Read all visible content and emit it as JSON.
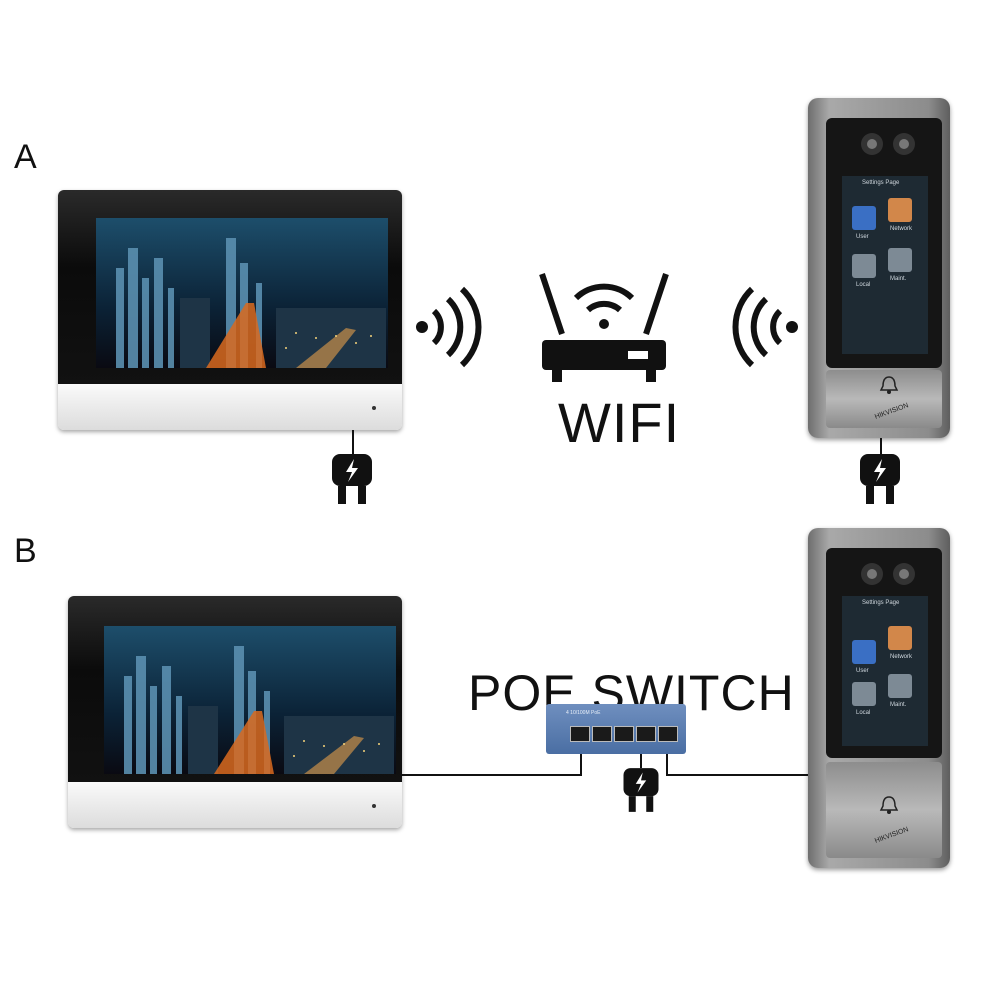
{
  "labels": {
    "section_a": "A",
    "section_b": "B",
    "wifi": "WIFI",
    "poe_switch": "POE SWITCH"
  },
  "door_station": {
    "screen_title": "Settings Page",
    "tiles": [
      "User",
      "Network",
      "Local",
      "Maint."
    ],
    "brand": "HIKVISION"
  },
  "switch": {
    "model_text": "4 10/100M  PoE"
  },
  "icons": {
    "power_plug": "power-plug-icon",
    "signal_left": "wireless-signal-icon",
    "signal_right": "wireless-signal-icon",
    "router": "wifi-router-icon",
    "bell": "doorbell-icon",
    "tile_icons": [
      "user-icon",
      "network-icon",
      "gear-icon",
      "wrench-icon"
    ]
  },
  "colors": {
    "line": "#111111",
    "switch_body": "#5577aa",
    "tile_user": "#3a6fc4",
    "tile_network": "#d2874a",
    "tile_local": "#7d8a95",
    "tile_maint": "#7d8a95"
  }
}
